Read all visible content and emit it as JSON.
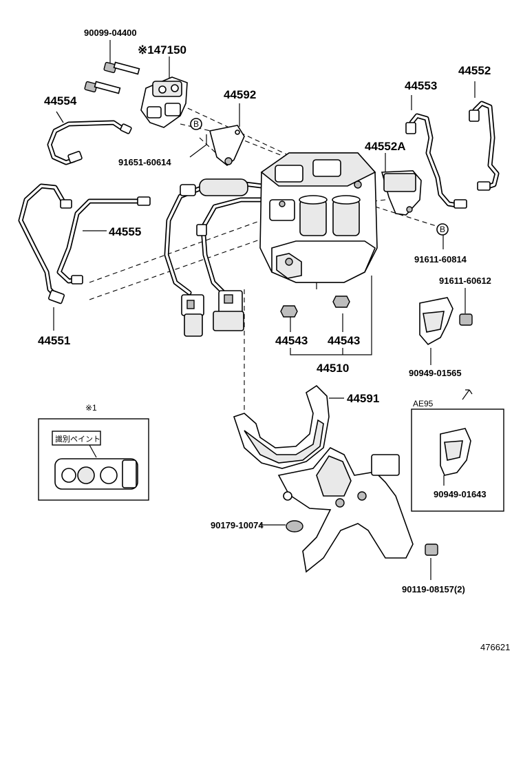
{
  "labels": {
    "p90099": "90099-04400",
    "p47150": "※147150",
    "p44554": "44554",
    "p44592": "44592",
    "p91651": "91651-60614",
    "b_marker": "B",
    "p44553": "44553",
    "p44552": "44552",
    "p44552a": "44552A",
    "p44555": "44555",
    "p44551": "44551",
    "p91611_60814": "91611-60814",
    "p91611_60612": "91611-60612",
    "p44543_a": "44543",
    "p44543_b": "44543",
    "p44510": "44510",
    "p90949_01565": "90949-01565",
    "p44591": "44591",
    "ae95": "AE95",
    "p90949_01643": "90949-01643",
    "note1": "※1",
    "paint_label": "識別ペイント",
    "p90179": "90179-10074",
    "p90119": "90119-08157(2)",
    "figure_id": "476621"
  },
  "colors": {
    "ink": "#000000",
    "paper": "#ffffff"
  }
}
